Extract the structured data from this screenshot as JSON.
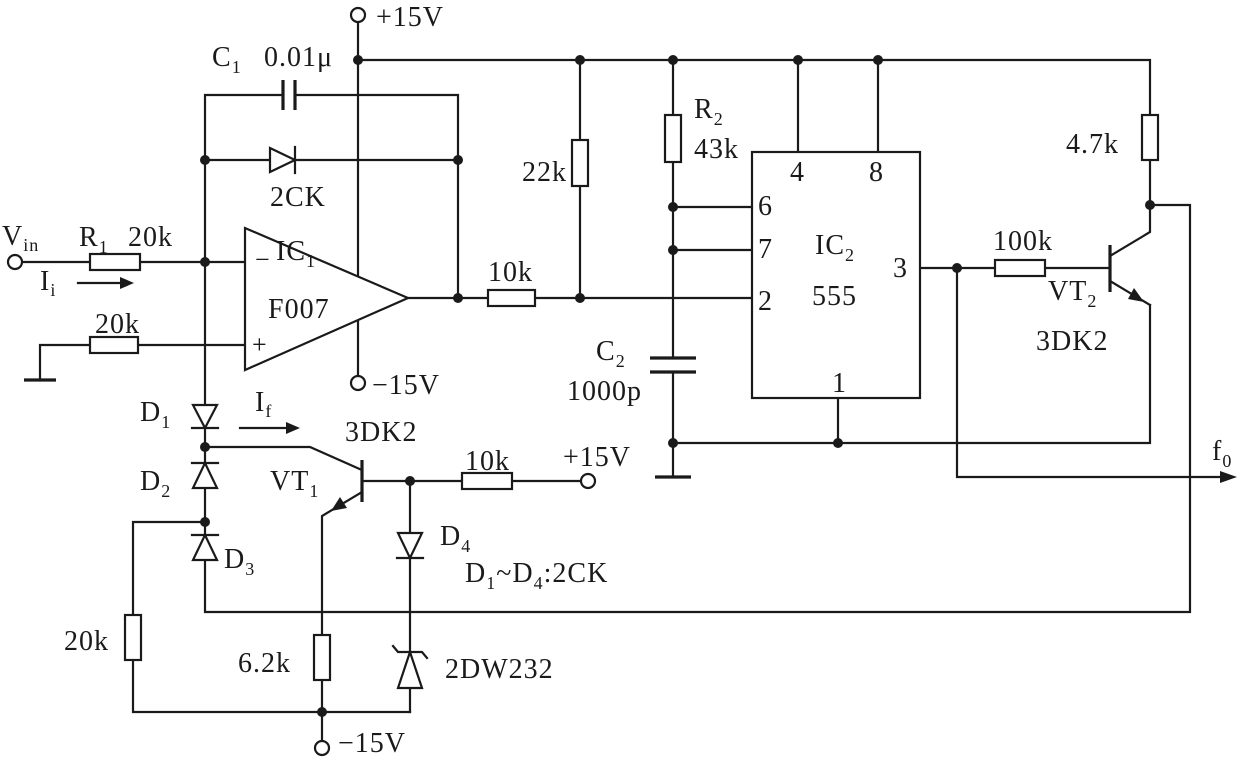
{
  "diagram": {
    "power": {
      "top_supply": "+15V",
      "opamp_negative_supply": "−15V",
      "base_supply": "+15V",
      "bottom_supply": "−15V"
    },
    "input": {
      "symbol": "V",
      "sub": "in"
    },
    "current_in": {
      "symbol": "I",
      "sub": "i"
    },
    "current_feedback": {
      "symbol": "I",
      "sub": "f"
    },
    "output": {
      "symbol": "f",
      "sub": "0"
    },
    "components": {
      "c1": {
        "symbol": "C",
        "sub": "1",
        "value": "0.01μ"
      },
      "d_feedback": {
        "value": "2CK"
      },
      "r1": {
        "symbol": "R",
        "sub": "1",
        "value": "20k"
      },
      "r_noninv": {
        "value": "20k"
      },
      "ic1": {
        "symbol": "IC",
        "sub": "1",
        "model": "F007",
        "inverting": "−",
        "noninverting": "+"
      },
      "d1": {
        "symbol": "D",
        "sub": "1"
      },
      "d2": {
        "symbol": "D",
        "sub": "2"
      },
      "d3": {
        "symbol": "D",
        "sub": "3"
      },
      "d4": {
        "symbol": "D",
        "sub": "4"
      },
      "vt1": {
        "symbol": "VT",
        "sub": "1",
        "model": "3DK2"
      },
      "r_base_vt1": {
        "value": "10k"
      },
      "r_left": {
        "value": "20k"
      },
      "r_emitter": {
        "value": "6.2k"
      },
      "zener": {
        "model": "2DW232"
      },
      "r_22k": {
        "value": "22k"
      },
      "r2": {
        "symbol": "R",
        "sub": "2",
        "value": "43k"
      },
      "r_trigger": {
        "value": "10k"
      },
      "c2": {
        "symbol": "C",
        "sub": "2",
        "value": "1000p"
      },
      "ic2": {
        "symbol": "IC",
        "sub": "2",
        "model": "555",
        "pins": {
          "p4": "4",
          "p8": "8",
          "p6": "6",
          "p7": "7",
          "p2": "2",
          "p3": "3",
          "p1": "1"
        }
      },
      "r_collector": {
        "value": "4.7k"
      },
      "r_base_vt2": {
        "value": "100k"
      },
      "vt2": {
        "symbol": "VT",
        "sub": "2",
        "model": "3DK2"
      }
    },
    "diode_note": {
      "first": "D",
      "first_sub": "1",
      "range_sep": "~",
      "second": "D",
      "second_sub": "4",
      "suffix": ":2CK"
    }
  }
}
